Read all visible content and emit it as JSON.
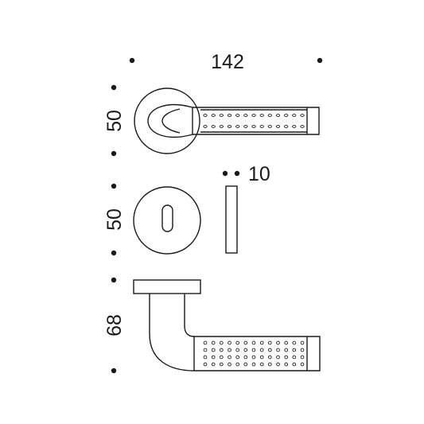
{
  "dimensions": {
    "width_label": "142",
    "height_rose_label": "50",
    "height_escutcheon_label": "50",
    "height_lever_label": "68",
    "thickness_label": "10"
  },
  "colors": {
    "line": "#1a1a1a",
    "background": "#ffffff"
  }
}
